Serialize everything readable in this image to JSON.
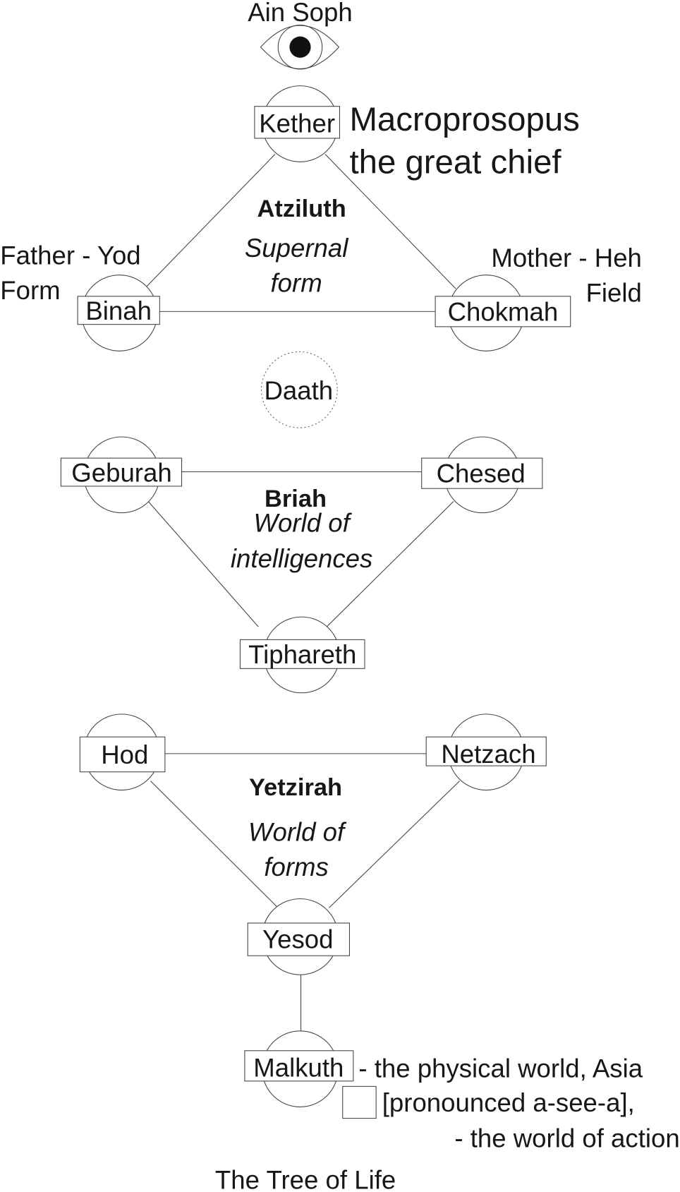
{
  "title": "The Tree of Life",
  "ain_soph": "Ain Soph",
  "kether": {
    "label": "Kether",
    "note_line1": "Macroprosopus",
    "note_line2": "the great chief"
  },
  "atziluth": {
    "name": "Atziluth",
    "desc_line1": "Supernal",
    "desc_line2": "form"
  },
  "binah": {
    "label": "Binah",
    "note_line1": "Father - Yod",
    "note_line2": "Form"
  },
  "chokmah": {
    "label": "Chokmah",
    "note_line1": "Mother - Heh",
    "note_line2": "Field"
  },
  "daath": {
    "label": "Daath"
  },
  "geburah": {
    "label": "Geburah"
  },
  "chesed": {
    "label": "Chesed"
  },
  "briah": {
    "name": "Briah",
    "desc_line1": "World of",
    "desc_line2": "intelligences"
  },
  "tiphareth": {
    "label": "Tiphareth"
  },
  "hod": {
    "label": "Hod"
  },
  "netzach": {
    "label": "Netzach"
  },
  "yetzirah": {
    "name": "Yetzirah",
    "desc_line1": "World of",
    "desc_line2": "forms"
  },
  "yesod": {
    "label": "Yesod"
  },
  "malkuth": {
    "label": "Malkuth",
    "note_line1": "- the physical world, Asia",
    "note_line2": "[pronounced a-see-a],",
    "note_line3": "- the world of action"
  }
}
